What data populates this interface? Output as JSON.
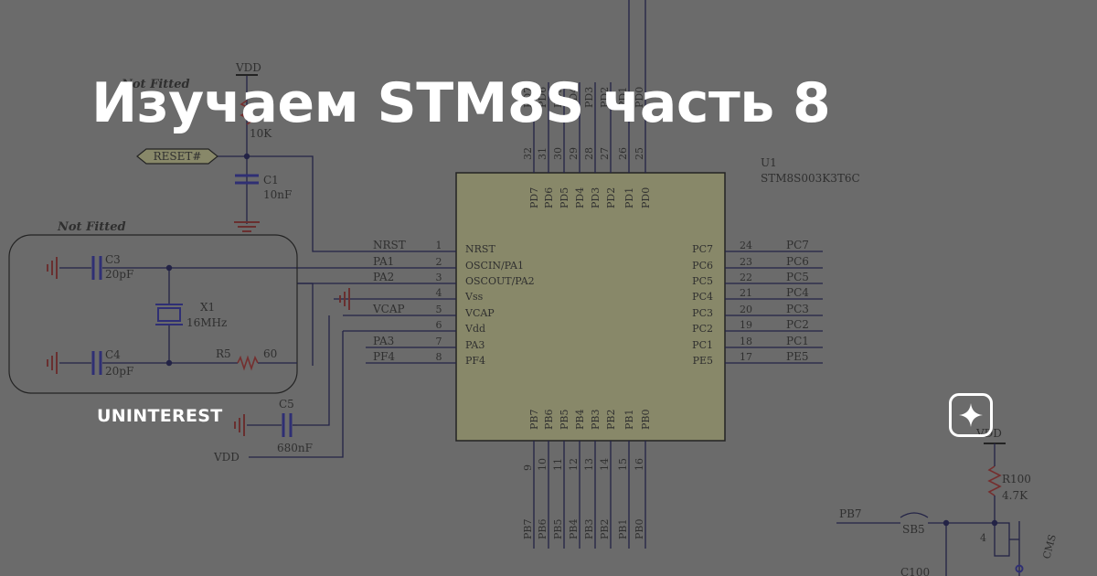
{
  "article": {
    "title": "Изучаем STM8S часть 8",
    "brand": "UNINTEREST",
    "logo_icon": "sparkle-icon"
  },
  "schematic": {
    "not_fitted": "Not Fitted",
    "vdd": "VDD",
    "reset": "RESET#",
    "r_pullup": "10K",
    "c1_ref": "C1",
    "c1_val": "10nF",
    "c3_ref": "C3",
    "c3_val": "20pF",
    "c4_ref": "C4",
    "c4_val": "20pF",
    "x1_ref": "X1",
    "x1_val": "16MHz",
    "r5_ref": "R5",
    "r5_val": "60",
    "c5_ref": "C5",
    "c5_val": "680nF",
    "u1_ref": "U1",
    "u1_part": "STM8S003K3T6C",
    "left_nets": [
      "NRST",
      "PA1",
      "PA2",
      "",
      "VCAP",
      "",
      "PA3",
      "PF4"
    ],
    "left_nums": [
      "1",
      "2",
      "3",
      "4",
      "5",
      "6",
      "7",
      "8"
    ],
    "left_pins": [
      "NRST",
      "OSCIN/PA1",
      "OSCOUT/PA2",
      "Vss",
      "VCAP",
      "Vdd",
      "PA3",
      "PF4"
    ],
    "right_pins": [
      "PC7",
      "PC6",
      "PC5",
      "PC4",
      "PC3",
      "PC2",
      "PC1",
      "PE5"
    ],
    "right_nums": [
      "24",
      "23",
      "22",
      "21",
      "20",
      "19",
      "18",
      "17"
    ],
    "right_nets": [
      "PC7",
      "PC6",
      "PC5",
      "PC4",
      "PC3",
      "PC2",
      "PC1",
      "PE5"
    ],
    "top_pins": [
      "PD7",
      "PD6",
      "PD5",
      "PD4",
      "PD3",
      "PD2",
      "PD1",
      "PD0"
    ],
    "top_nums": [
      "32",
      "31",
      "30",
      "29",
      "28",
      "27",
      "26",
      "25"
    ],
    "top_nets": [
      "PD7",
      "PD6",
      "PD5",
      "PD4",
      "PD3",
      "PD2",
      "PD1",
      "PD0"
    ],
    "bottom_pins": [
      "PB7",
      "PB6",
      "PB5",
      "PB4",
      "PB3",
      "PB2",
      "PB1",
      "PB0"
    ],
    "bottom_nums": [
      "9",
      "10",
      "11",
      "12",
      "13",
      "14",
      "15",
      "16"
    ],
    "bottom_nets": [
      "PB7",
      "PB6",
      "PB5",
      "PB4",
      "PB3",
      "PB2",
      "PB1",
      "PB0"
    ],
    "r100_ref": "R100",
    "r100_val": "4.7K",
    "sb5": "SB5",
    "pb7_net": "PB7",
    "sw_pin": "4",
    "cms_partial": "CMS",
    "c_partial": "C100"
  },
  "colors": {
    "background": "#7d7d7d",
    "chip_fill": "#a6a67a",
    "wire": "#1a1a4a",
    "resistor": "#8a2a2a",
    "capacitor": "#2a2a8a"
  }
}
